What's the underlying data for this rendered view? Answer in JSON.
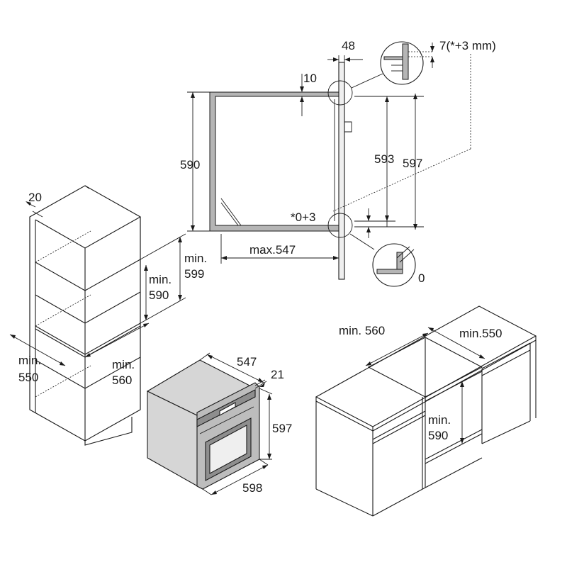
{
  "labels": {
    "top_gap": "48",
    "clearance_note": "7(*+3 mm)",
    "top_depth": "10",
    "niche_height": "590",
    "height_593": "593",
    "height_597": "597",
    "tolerance": "*0+3",
    "max_depth": "max.547",
    "corner_zero": "0",
    "tall_unit_panel": "20",
    "tall_min_height": "min.\n599",
    "tall_min_590": "min.\n590",
    "tall_min_550": "min.\n550",
    "tall_min_560": "min.\n560",
    "oven_depth": "547",
    "oven_panel": "21",
    "oven_height": "597",
    "oven_width": "598",
    "counter_min_560": "min. 560",
    "counter_min_550": "min.550",
    "counter_min_590": "min.\n590"
  },
  "colors": {
    "line": "#1a1a1a",
    "oven_front": "#bdbdbd",
    "oven_glass": "#8e8e8e",
    "wall_section": "#b5b5b5"
  }
}
